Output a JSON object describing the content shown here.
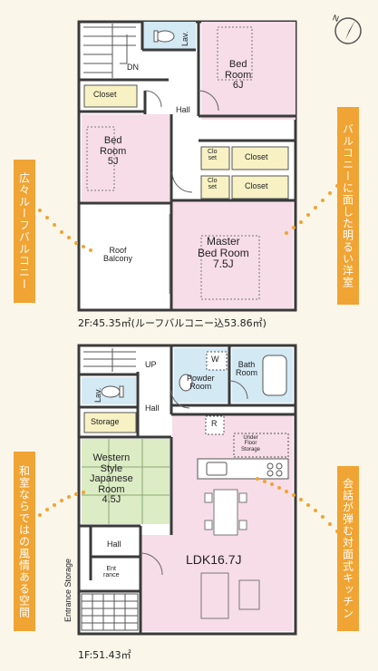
{
  "colors": {
    "wall": "#3a3a3a",
    "pink_room": "#f7dde8",
    "white_room": "#ffffff",
    "green_room": "#dcecc5",
    "blue_room": "#d3e9f4",
    "storage_yellow": "#f7f1c4",
    "callout_orange": "#f0a433",
    "dot_orange": "#f0a433",
    "background": "#fbf6ea"
  },
  "compass": {
    "label": "N",
    "icon": "compass-north-icon"
  },
  "floor2": {
    "caption": "2F:45.35㎡(ルーフバルコニー込53.86㎡)",
    "rooms": {
      "bed6": "Bed\nRoom\n6J",
      "bed5": "Bed\nRoom\n5J",
      "master": "Master\nBed Room\n7.5J",
      "roof": "Roof\nBalcony",
      "hall": "Hall",
      "dn": "DN",
      "lav": "Lav."
    },
    "storage": {
      "closet_a": "Closet",
      "closet_b": "Closet",
      "closet_c": "Closet",
      "closet_small_a": "Clo\nset",
      "closet_small_b": "Clo\nset"
    }
  },
  "floor1": {
    "caption": "1F:51.43㎡",
    "rooms": {
      "western": "Western\nStyle\nJapanese\nRoom\n4.5J",
      "ldk": "LDK16.7J",
      "powder": "Powder\nRoom",
      "bath": "Bath\nRoom",
      "hall_top": "Hall",
      "hall_bottom": "Hall",
      "entrance": "Ent\nrance",
      "entrance_storage": "Entrance Storage",
      "up": "UP",
      "lav": "Lav.",
      "storage": "Storage",
      "under_floor": "Under\nFloor\nStorage",
      "washer": "W",
      "fridge": "R"
    }
  },
  "callouts": {
    "left_top": "広々ルーフバルコニー",
    "right_top": "バルコニーに面した明るい洋室",
    "left_bottom": "和室ならではの風情ある空間",
    "right_bottom": "会話が弾む対面式キッチン"
  }
}
